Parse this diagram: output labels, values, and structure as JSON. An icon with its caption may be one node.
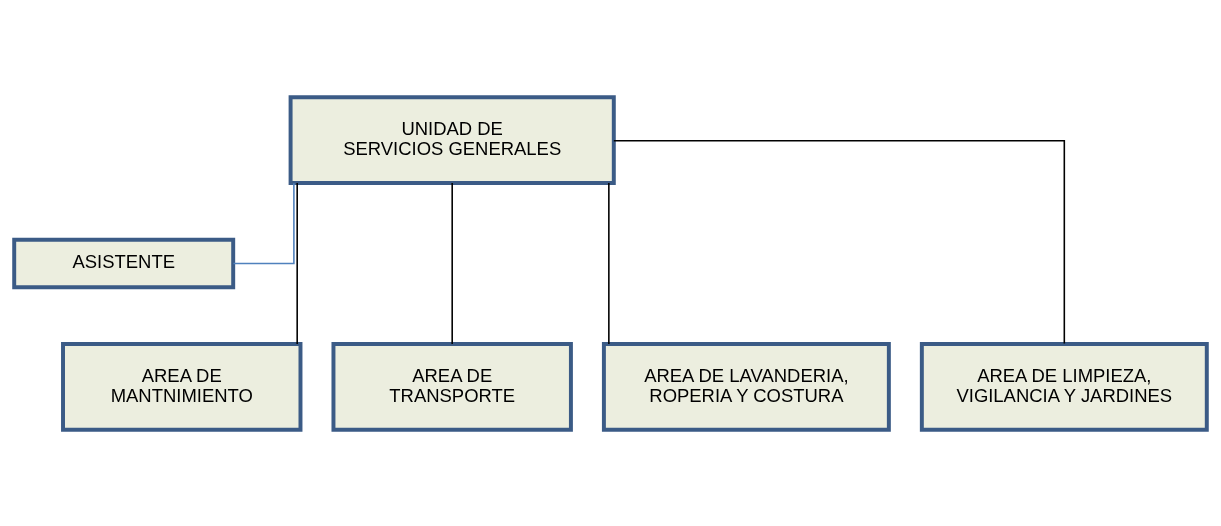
{
  "diagram": {
    "nodes": [
      {
        "text": [
          "UNIDAD DE SERVICIOS GENERALES"
        ]
      },
      {
        "text": [
          "ASISTENTE"
        ]
      },
      {
        "text": [
          "AREA DE MANTNIMIENTO"
        ]
      },
      {
        "text": [
          "AREA DE TRANSPORTE"
        ]
      },
      {
        "text": [
          "AREA DE LAVANDERIA, ROPERIA Y COSTURA"
        ]
      },
      {
        "text": [
          "AREA DE LIMPIEZA, VIGILANCIA Y JARDINES"
        ]
      }
    ],
    "edges": [
      {
        "from": 0,
        "to": 1,
        "arrow": "none",
        "color": "#4f81bd"
      },
      {
        "from": 0,
        "to": 2,
        "arrow": "none"
      },
      {
        "from": 0,
        "to": 3,
        "arrow": "none"
      },
      {
        "from": 0,
        "to": 4,
        "arrow": "none"
      },
      {
        "from": 0,
        "to": 5,
        "arrow": "none"
      }
    ]
  }
}
